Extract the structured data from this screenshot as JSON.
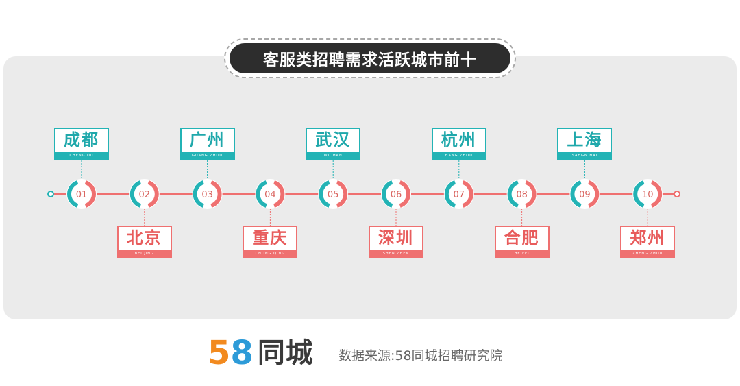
{
  "title": "客服类招聘需求活跃城市前十",
  "colors": {
    "teal": "#23b3b5",
    "coral": "#ef7070",
    "line": "#ef7070",
    "panel": "#ebebeb"
  },
  "cities": [
    {
      "rank": "01",
      "name": "成都",
      "pinyin": "CHENG DU",
      "position": "top"
    },
    {
      "rank": "02",
      "name": "北京",
      "pinyin": "BEI JING",
      "position": "bottom"
    },
    {
      "rank": "03",
      "name": "广州",
      "pinyin": "GUANG ZHOU",
      "position": "top"
    },
    {
      "rank": "04",
      "name": "重庆",
      "pinyin": "CHONG QING",
      "position": "bottom"
    },
    {
      "rank": "05",
      "name": "武汉",
      "pinyin": "WU HAN",
      "position": "top"
    },
    {
      "rank": "06",
      "name": "深圳",
      "pinyin": "SHEN ZHEN",
      "position": "bottom"
    },
    {
      "rank": "07",
      "name": "杭州",
      "pinyin": "HANG ZHOU",
      "position": "top"
    },
    {
      "rank": "08",
      "name": "合肥",
      "pinyin": "HE FEI",
      "position": "bottom"
    },
    {
      "rank": "09",
      "name": "上海",
      "pinyin": "SAHGN HAI",
      "position": "top"
    },
    {
      "rank": "10",
      "name": "郑州",
      "pinyin": "ZHENG ZHOU",
      "position": "bottom"
    }
  ],
  "footer": {
    "logo_digit_5": "5",
    "logo_digit_8": "8",
    "logo_text": "同城",
    "source": "数据来源:58同城招聘研究院"
  }
}
